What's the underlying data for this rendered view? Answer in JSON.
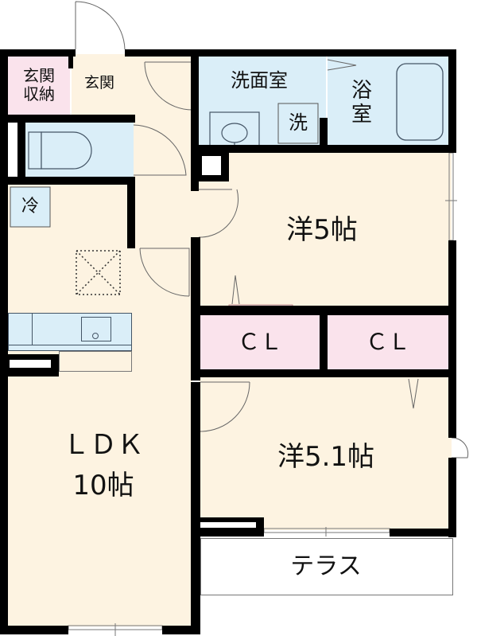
{
  "floorplan": {
    "colors": {
      "floor": "#fdf3e1",
      "wet_area": "#daeef8",
      "storage": "#fae3ec",
      "wall": "#000000",
      "line": "#5a5a5a"
    },
    "rooms": {
      "entrance_storage": {
        "label": "玄関\n収納"
      },
      "entrance": {
        "label": "玄関"
      },
      "washroom": {
        "label": "洗面室"
      },
      "washer": {
        "label": "洗"
      },
      "bathroom": {
        "label": "浴\n室"
      },
      "fridge": {
        "label": "冷"
      },
      "western_room_1": {
        "label": "洋5帖"
      },
      "closet_1": {
        "label": "ＣＬ"
      },
      "closet_2": {
        "label": "ＣＬ"
      },
      "ldk": {
        "label": "ＬＤＫ\n10帖"
      },
      "western_room_2": {
        "label": "洋5.1帖"
      },
      "terrace": {
        "label": "テラス"
      }
    }
  }
}
